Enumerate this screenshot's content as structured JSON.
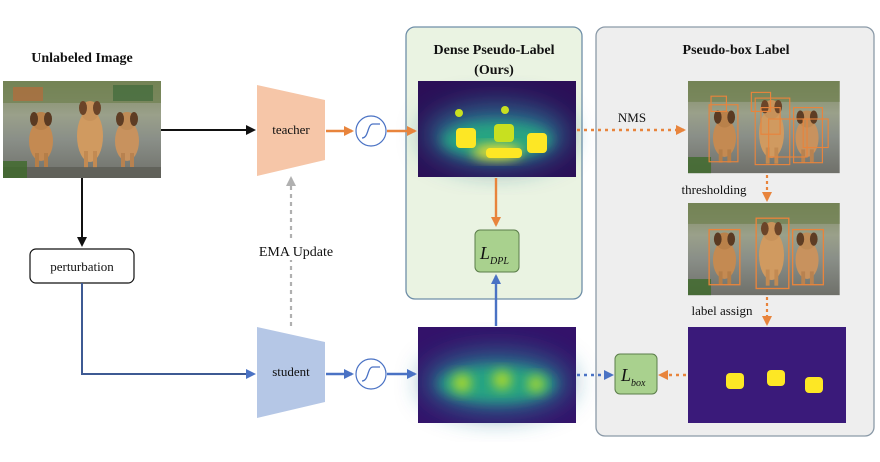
{
  "unlabeled_image_label": "Unlabeled Image",
  "perturbation_label": "perturbation",
  "teacher_label": "teacher",
  "student_label": "student",
  "ema_update_label": "EMA  Update",
  "dense_panel": {
    "title_line1": "Dense Pseudo-Label",
    "title_line2": "(Ours)"
  },
  "pseudo_box_panel": {
    "title": "Pseudo-box Label"
  },
  "nms_label": "NMS",
  "thresholding_label": "thresholding",
  "label_assign_label": "label assign",
  "loss_dpl": {
    "symbol": "L",
    "subscript": "DPL"
  },
  "loss_box": {
    "symbol": "L",
    "subscript": "box"
  },
  "colors": {
    "teacher_fill": "#f6c6a8",
    "student_fill": "#b5c7e6",
    "orange_arrow": "#e8843c",
    "blue_arrow": "#4a72c4",
    "dense_panel_fill": "#eaf3e2",
    "dense_panel_stroke": "#6f8fa8",
    "box_panel_fill": "#eeeeee",
    "box_panel_stroke": "#8b9aa8",
    "loss_fill": "#a9d18e",
    "heatmap_dark": "#2d0f5a",
    "heatmap_yellow": "#fde725"
  }
}
